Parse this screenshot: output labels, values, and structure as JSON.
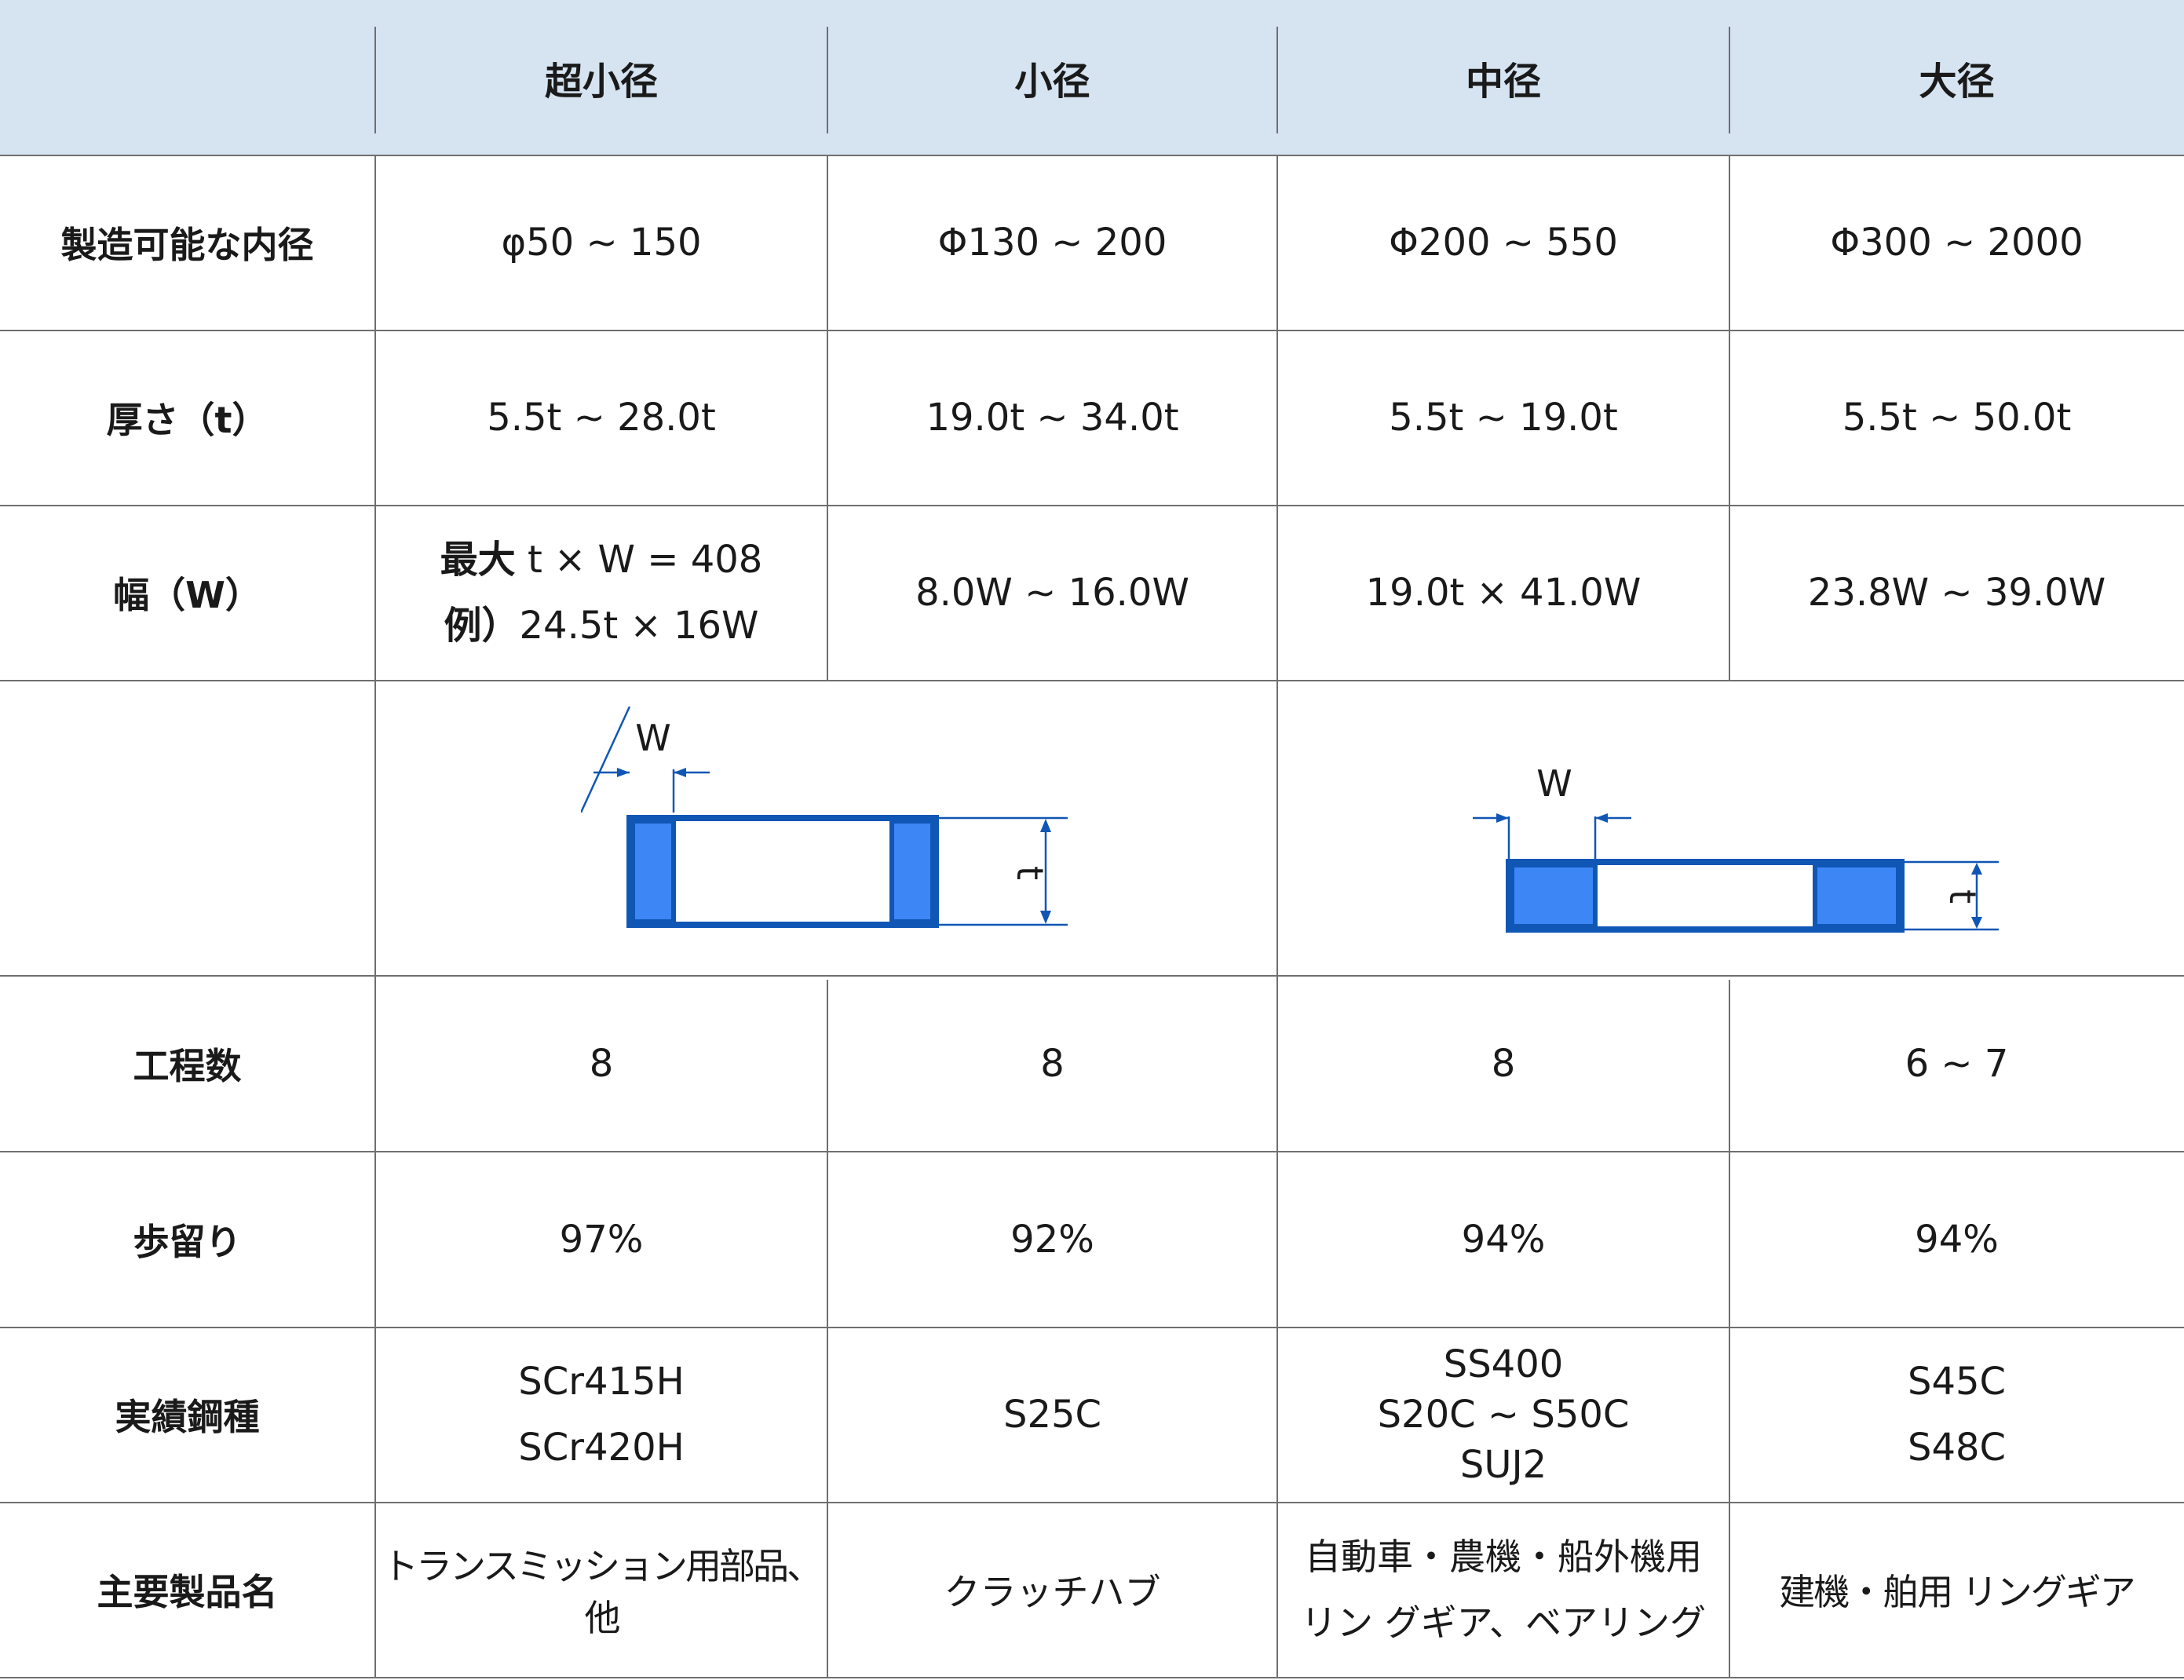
{
  "header": {
    "columns": [
      "超小径",
      "小径",
      "中径",
      "大径"
    ]
  },
  "rows": {
    "inner_diameter": {
      "label": "製造可能な内径",
      "values": [
        "φ50 ~ 150",
        "Φ130 ~ 200",
        "Φ200 ~ 550",
        "Φ300 ~ 2000"
      ]
    },
    "thickness": {
      "label": "厚さ（t）",
      "values": [
        "5.5t ~ 28.0t",
        "19.0t ~ 34.0t",
        "5.5t ~ 19.0t",
        "5.5t ~ 50.0t"
      ]
    },
    "width": {
      "label": "幅（W）",
      "col1_line1_bold": "最大",
      "col1_line1_rest": " t × W = 408",
      "col1_line2_bold": "例）",
      "col1_line2_rest": "24.5t × 16W",
      "values": [
        "8.0W ~ 16.0W",
        "19.0t × 41.0W",
        "23.8W ~ 39.0W"
      ]
    },
    "diagram": {
      "w_label": "W",
      "t_label": "t"
    },
    "process_count": {
      "label": "工程数",
      "values": [
        "8",
        "8",
        "8",
        "6 ~ 7"
      ]
    },
    "yield": {
      "label": "歩留り",
      "values": [
        "97%",
        "92%",
        "94%",
        "94%"
      ]
    },
    "steel_grades": {
      "label": "実績鋼種",
      "col1": [
        "SCr415H",
        "SCr420H"
      ],
      "col2": "S25C",
      "col3": [
        "SS400",
        "S20C ~ S50C",
        "SUJ2"
      ],
      "col4": [
        "S45C",
        "S48C"
      ]
    },
    "products": {
      "label": "主要製品名",
      "col1": "トランスミッション用部品、他",
      "col2": "クラッチハブ",
      "col3": [
        "自動車・農機・船外機用",
        "リン グギア、ベアリング"
      ],
      "col4": "建機・舶用 リングギア"
    }
  },
  "colors": {
    "header_bg": "#d6e4f2",
    "ring_fill": "#3d86f5",
    "ring_border": "#1056b5",
    "dim_line": "#1056b5",
    "grid_line": "#6f6f6f"
  }
}
